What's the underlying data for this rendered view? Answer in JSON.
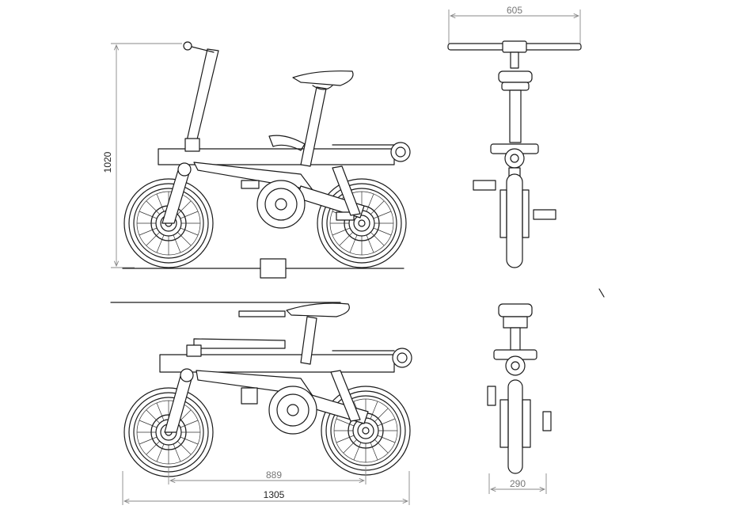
{
  "dimensions": {
    "height": "1020",
    "handlebar_width": "605",
    "wheelbase": "889",
    "length": "1305",
    "folded_width": "290"
  },
  "views": [
    "side-unfolded",
    "front-unfolded",
    "side-folded",
    "front-folded"
  ],
  "colors": {
    "line": "#1a1a1a",
    "dimension": "#888888",
    "background": "#ffffff"
  }
}
